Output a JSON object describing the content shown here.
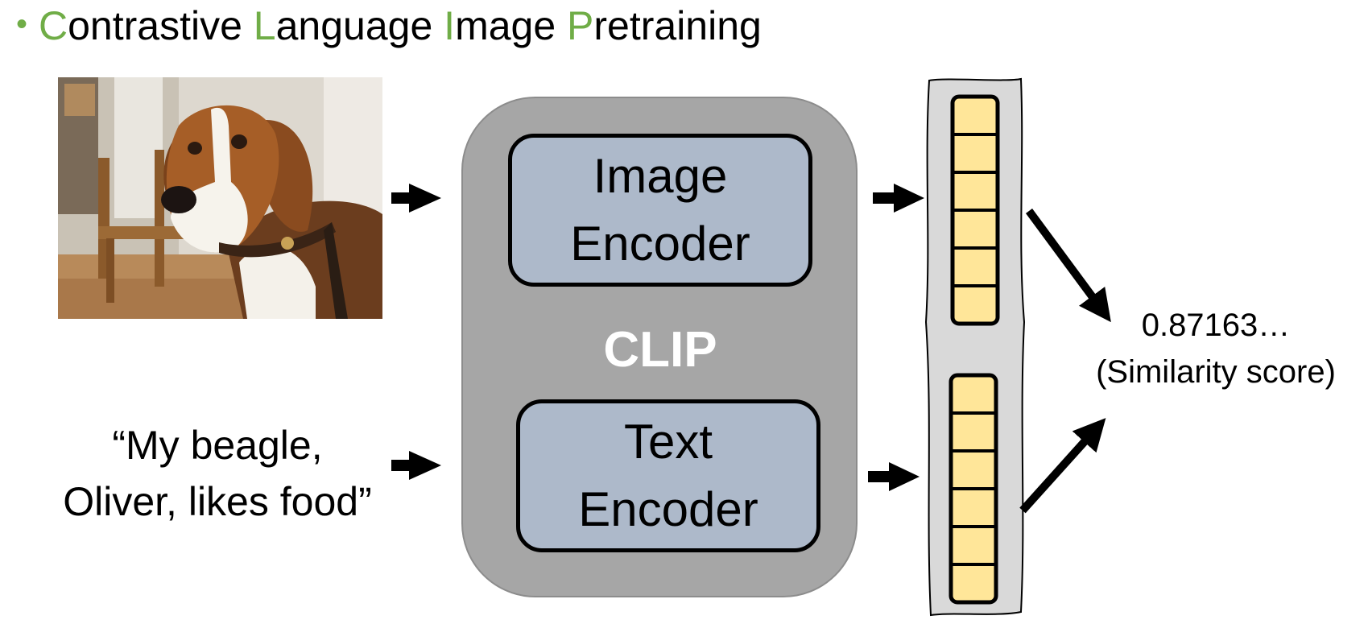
{
  "title": {
    "bullet": "•",
    "words": [
      {
        "initial": "C",
        "rest": "ontrastive "
      },
      {
        "initial": "L",
        "rest": "anguage "
      },
      {
        "initial": "I",
        "rest": "mage "
      },
      {
        "initial": "P",
        "rest": "retraining"
      }
    ]
  },
  "input_text": {
    "line1": "“My beagle,",
    "line2": "Oliver, likes food”"
  },
  "clip": {
    "label": "CLIP",
    "image_encoder": {
      "line1": "Image",
      "line2": "Encoder"
    },
    "text_encoder": {
      "line1": "Text",
      "line2": "Encoder"
    }
  },
  "output": {
    "score": "0.87163…",
    "label": "(Similarity score)"
  },
  "colors": {
    "accent_green": "#70ad47",
    "clip_gray": "#a6a6a6",
    "encoder_blue": "#adb9ca",
    "embedding_yellow": "#ffe699",
    "strip_gray": "#d9d9d9"
  },
  "embeddings": {
    "image_cells": 6,
    "text_cells": 6
  }
}
